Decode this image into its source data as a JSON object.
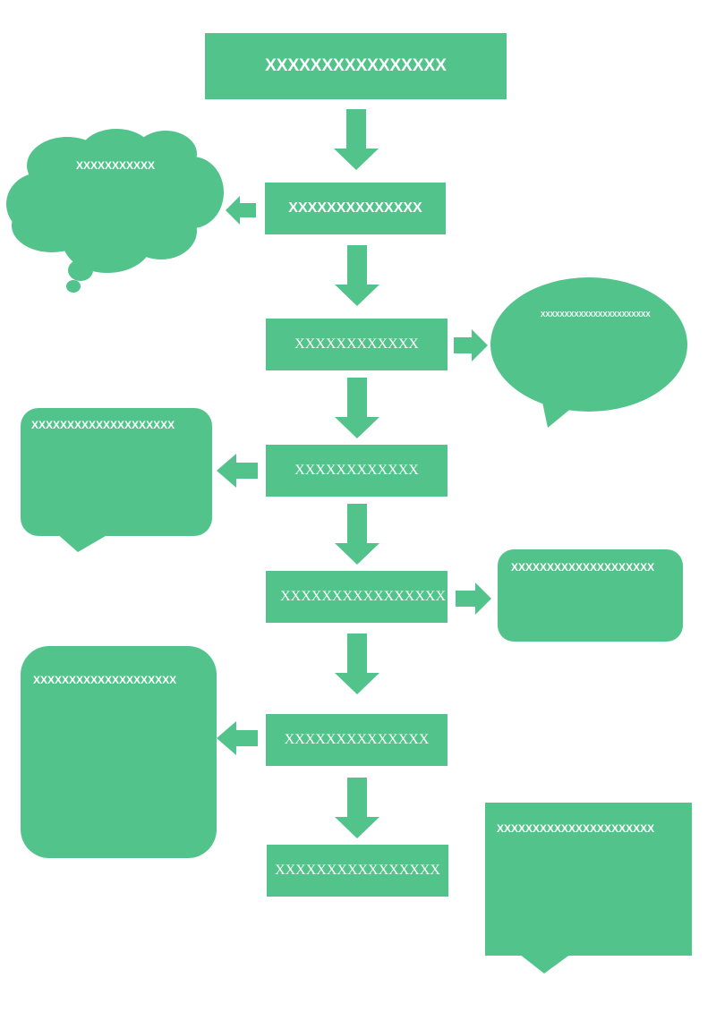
{
  "colors": {
    "shape_fill": "#52c38a",
    "text": "#ffffff",
    "background": "#ffffff"
  },
  "flow": {
    "step1": "XXXXXXXXXXXXXXXX",
    "step2": "XXXXXXXXXXXXXX",
    "step3": "XXXXXXXXXXXX",
    "step4": "XXXXXXXXXXXX",
    "step5": "XXXXXXXXXXXXXXXX",
    "step6": "XXXXXXXXXXXXXX",
    "step7": "XXXXXXXXXXXXXXXX"
  },
  "callouts": {
    "cloud": "XXXXXXXXXXX",
    "oval": "XXXXXXXXXXXXXXXXXXXXXXX",
    "rounded_left_1": "XXXXXXXXXXXXXXXXXXXX",
    "rounded_right_1": "XXXXXXXXXXXXXXXXXXXX",
    "rounded_left_2": "XXXXXXXXXXXXXXXXXXXX",
    "rect_right": "XXXXXXXXXXXXXXXXXXXXXX"
  }
}
